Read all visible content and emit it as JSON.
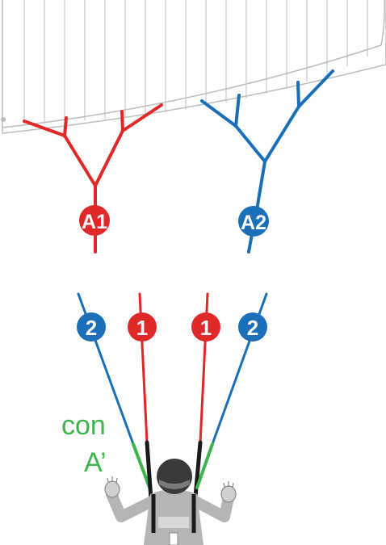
{
  "diagram": {
    "badges": {
      "a1": "A1",
      "a2": "A2",
      "left_b": "2",
      "left_a": "1",
      "right_a": "1",
      "right_b": "2"
    },
    "note": {
      "line1": "con",
      "line2": "A’"
    },
    "colors": {
      "a_riser": "#e02828",
      "b_riser": "#1a6fb8",
      "a_prime_highlight": "#3cb54a",
      "canopy_outline": "#bdbdbd",
      "pilot": "#b5b5b5",
      "helmet": "#3a3a3a",
      "riser_strap": "#1a1a1a"
    }
  }
}
